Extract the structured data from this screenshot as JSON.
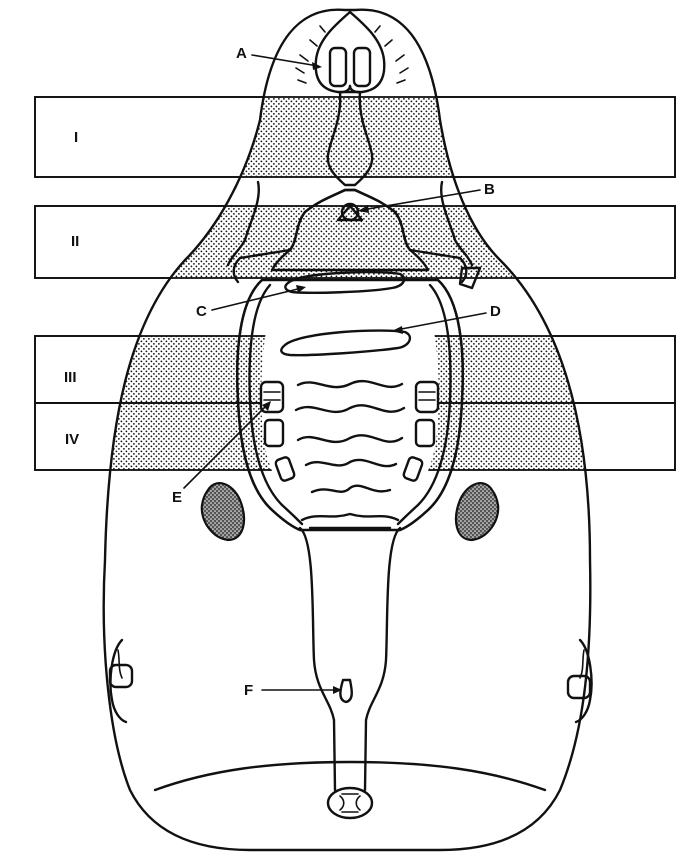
{
  "diagram": {
    "sections": [
      {
        "id": "I",
        "label": "I"
      },
      {
        "id": "II",
        "label": "II"
      },
      {
        "id": "III",
        "label": "III"
      },
      {
        "id": "IV",
        "label": "IV"
      }
    ],
    "callouts": [
      {
        "id": "A",
        "label": "A"
      },
      {
        "id": "B",
        "label": "B"
      },
      {
        "id": "C",
        "label": "C"
      },
      {
        "id": "D",
        "label": "D"
      },
      {
        "id": "E",
        "label": "E"
      },
      {
        "id": "F",
        "label": "F"
      }
    ],
    "colors": {
      "ink": "#111111",
      "background": "#ffffff",
      "stipple": "#111111"
    }
  }
}
